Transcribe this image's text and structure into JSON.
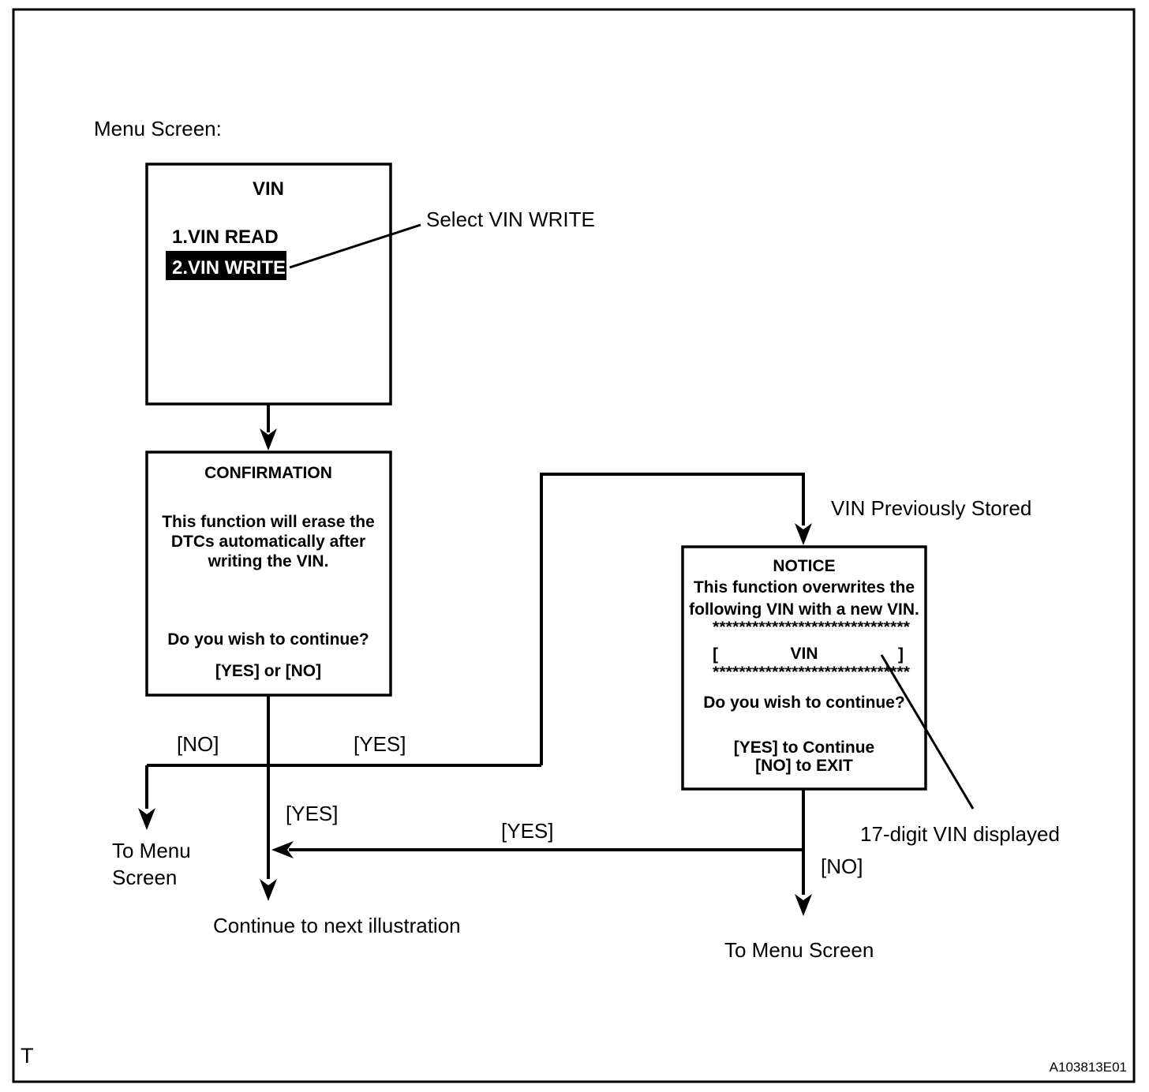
{
  "figure": {
    "menu_label": "Menu Screen:",
    "page_marker": "T",
    "code": "A103813E01"
  },
  "menu_box": {
    "title": "VIN",
    "item1": "1.VIN READ",
    "item2": "2.VIN WRITE"
  },
  "confirmation_box": {
    "title": "CONFIRMATION",
    "body_line1": "This function will erase the",
    "body_line2": "DTCs automatically after",
    "body_line3": "writing the VIN.",
    "question": "Do you wish to continue?",
    "options": "[YES] or [NO]"
  },
  "notice_box": {
    "title": "NOTICE",
    "body_line1": "This function overwrites the",
    "body_line2": "following VIN with a new VIN.",
    "asterisk_row": "******************************",
    "vin_open_bracket": "[",
    "vin_label": "VIN",
    "vin_close_bracket": "]",
    "question": "Do you wish to continue?",
    "option_yes": "[YES] to Continue",
    "option_no": "[NO] to EXIT"
  },
  "branch_labels": {
    "confirmation_no": "[NO]",
    "confirmation_yes_right": "[YES]",
    "confirmation_yes_down": "[YES]",
    "notice_yes": "[YES]",
    "notice_no": "[NO]"
  },
  "annotations": {
    "select_vin_write": "Select VIN WRITE",
    "vin_previously_stored": "VIN Previously Stored",
    "vin_digits": "17-digit VIN displayed",
    "to_menu_line1": "To Menu",
    "to_menu_line2": "Screen",
    "to_menu_screen_right": "To Menu Screen",
    "continue_next": "Continue to next illustration"
  }
}
